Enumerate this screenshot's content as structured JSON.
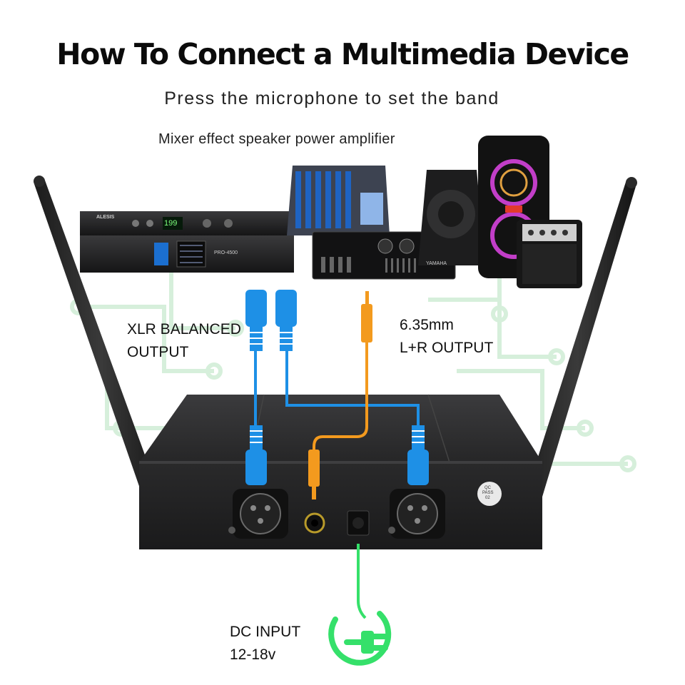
{
  "title": "How To Connect a Multimedia Device",
  "subtitle": "Press the microphone to set the band",
  "devices_caption": "Mixer effect speaker power amplifier",
  "labels": {
    "xlr_line1": "XLR BALANCED",
    "xlr_line2": "OUTPUT",
    "jack_line1": "6.35mm",
    "jack_line2": "L+R OUTPUT",
    "dc_line1": "DC INPUT",
    "dc_line2": "12-18v"
  },
  "device_text": {
    "brand_rack": "ALESIS",
    "rack_display": "199",
    "amp_model": "PRO-4500",
    "amp_brand": "YAMAHA",
    "qc_sticker": [
      "QC",
      "PASS",
      "02"
    ]
  },
  "colors": {
    "xlr_cable": "#1e90e6",
    "jack_cable": "#f39a1e",
    "power_cable": "#35e06a",
    "receiver_body": "#2b2b2c",
    "circuit_bg": "#d8f0dd"
  },
  "icons": [
    "antenna-left",
    "antenna-right",
    "xlr-connector",
    "jack-plug",
    "power-plug-icon"
  ]
}
